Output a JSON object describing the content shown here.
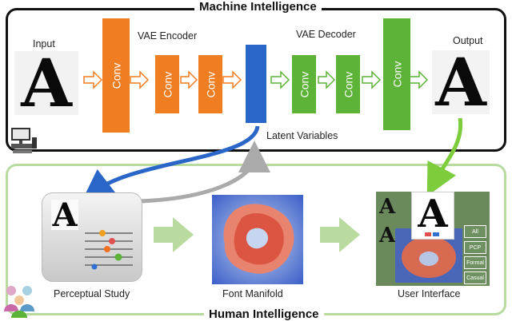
{
  "sections": {
    "machine": "Machine Intelligence",
    "human": "Human Intelligence"
  },
  "labels": {
    "input": "Input",
    "output": "Output",
    "vae_encoder": "VAE Encoder",
    "vae_decoder": "VAE Decoder",
    "latent_variables": "Latent Variables",
    "perceptual_study": "Perceptual Study",
    "font_manifold": "Font Manifold",
    "user_interface": "User Interface"
  },
  "conv_label": "Conv",
  "glyph": "A",
  "ui_buttons": [
    "All",
    "PCP",
    "Formal",
    "Casual"
  ],
  "colors": {
    "encoder": "#ef7d22",
    "decoder": "#5cb338",
    "latent": "#2a66c8",
    "human_frame": "#b9dba0",
    "machine_frame": "#111111"
  }
}
